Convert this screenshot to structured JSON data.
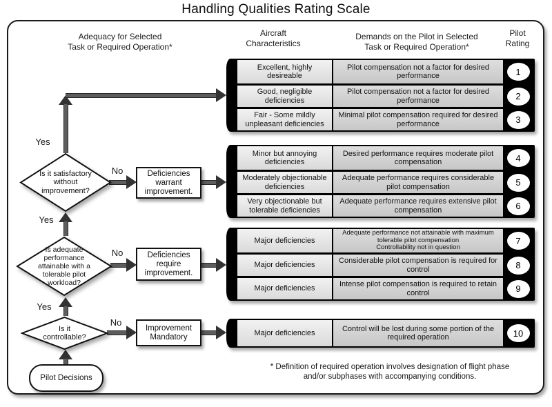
{
  "title": "Handling Qualities Rating Scale",
  "headers": {
    "adequacy": "Adequacy for Selected\nTask or Required  Operation*",
    "aircraft": "Aircraft\nCharacteristics",
    "demands": "Demands on the Pilot in Selected\nTask or Required Operation*",
    "rating": "Pilot\nRating"
  },
  "flowchart": {
    "start_node": "Pilot Decisions",
    "decisions": [
      {
        "question": "Is it satisfactory without improvement?",
        "yes_label": "Yes",
        "no_label": "No",
        "action": "Deficiencies warrant improvement."
      },
      {
        "question": "Is adequate performance attainable with a tolerable pilot workload?",
        "yes_label": "Yes",
        "no_label": "No",
        "action": "Deficiencies require improvement."
      },
      {
        "question": "Is it controllable?",
        "yes_label": "Yes",
        "no_label": "No",
        "action": "Improvement Mandatory"
      }
    ]
  },
  "rows": [
    {
      "characteristics": "Excellent, highly desireable",
      "demands": "Pilot compensation not a factor for desired performance",
      "rating": "1"
    },
    {
      "characteristics": "Good, negligible deficiencies",
      "demands": "Pilot compensation not a factor for desired performance",
      "rating": "2"
    },
    {
      "characteristics": "Fair - Some mildly unpleasant deficiencies",
      "demands": "Minimal pilot compensation required for desired performance",
      "rating": "3"
    },
    {
      "characteristics": "Minor but annoying deficiencies",
      "demands": "Desired performance requires moderate pilot compensation",
      "rating": "4"
    },
    {
      "characteristics": "Moderately objectionable deficiencies",
      "demands": "Adequate performance requires considerable pilot compensation",
      "rating": "5"
    },
    {
      "characteristics": "Very objectionable but tolerable deficiencies",
      "demands": "Adequate performance requires extensive pilot compensation",
      "rating": "6"
    },
    {
      "characteristics": "Major deficiencies",
      "demands": "Adequate performance not attainable with maximum tolerable pilot compensation\nControllability not in question",
      "rating": "7"
    },
    {
      "characteristics": "Major deficiencies",
      "demands": "Considerable pilot compensation is required for control",
      "rating": "8"
    },
    {
      "characteristics": "Major deficiencies",
      "demands": "Intense pilot compensation is required to retain control",
      "rating": "9"
    },
    {
      "characteristics": "Major deficiencies",
      "demands": "Control will be lost during some portion of the required operation",
      "rating": "10"
    }
  ],
  "footnote": "* Definition of required operation involves designation of flight phase\nand/or subphases with accompanying conditions."
}
